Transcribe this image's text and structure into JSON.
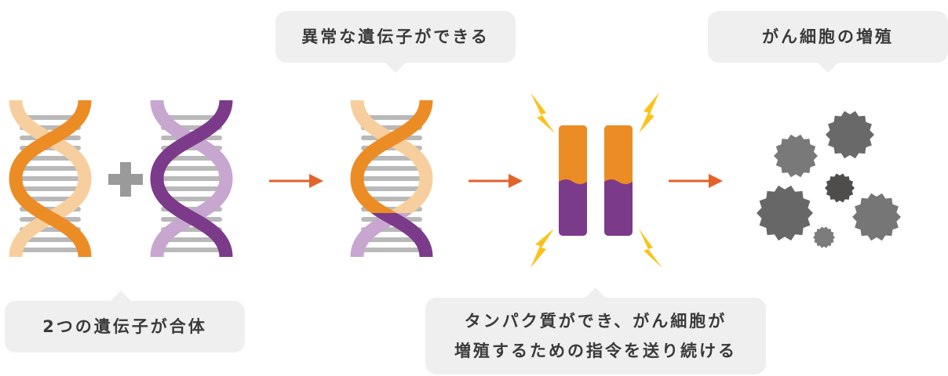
{
  "labels": {
    "abnormal_gene": "異常な遺伝子ができる",
    "cancer_growth": "がん細胞の増殖",
    "fusion": "2つの遺伝子が合体",
    "protein_line1": "タンパク質ができ、がん細胞が",
    "protein_line2": "増殖するための指令を送り続ける"
  },
  "colors": {
    "orange": "#ec8c24",
    "orange_light": "#f7cf9f",
    "purple": "#7b3b8a",
    "purple_light": "#c7a6cf",
    "rung": "#b9b9b9",
    "plus": "#9a9a9a",
    "arrow": "#e4622b",
    "bolt": "#fbc21b",
    "cell": "#6c6b6b",
    "bubble": "#efefef"
  },
  "icons": [
    "dna-orange-icon",
    "plus-icon",
    "dna-purple-icon",
    "arrow-right-icon",
    "dna-fused-icon",
    "chromosome-icon",
    "lightning-icon",
    "cancer-cell-icon"
  ]
}
